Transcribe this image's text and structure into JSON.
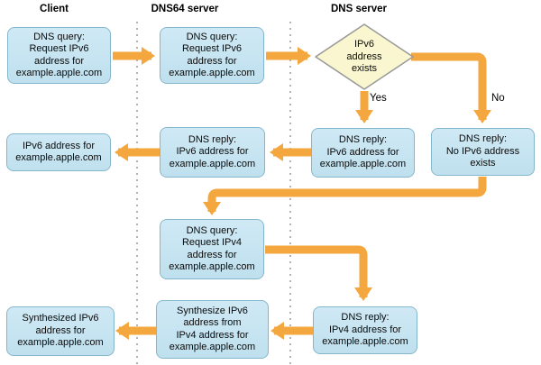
{
  "columns": [
    {
      "label": "Client"
    },
    {
      "label": "DNS64 server"
    },
    {
      "label": "DNS server"
    }
  ],
  "nodes": {
    "client_query_v6": {
      "text": "DNS query:\nRequest IPv6\naddress for\nexample.apple.com"
    },
    "dns64_query_v6": {
      "text": "DNS query:\nRequest IPv6\naddress for\nexample.apple.com"
    },
    "decision_v6_exists": {
      "text": "IPv6\naddress\nexists"
    },
    "client_result_v6": {
      "text": "IPv6 address for\nexample.apple.com"
    },
    "dns64_reply_v6": {
      "text": "DNS reply:\nIPv6 address for\nexample.apple.com"
    },
    "dns_reply_v6": {
      "text": "DNS reply:\nIPv6 address for\nexample.apple.com"
    },
    "dns_reply_no_v6": {
      "text": "DNS reply:\nNo IPv6 address\nexists"
    },
    "dns64_query_v4": {
      "text": "DNS query:\nRequest IPv4\naddress for\nexample.apple.com"
    },
    "dns_reply_v4": {
      "text": "DNS reply:\nIPv4 address for\nexample.apple.com"
    },
    "dns64_synthesize": {
      "text": "Synthesize IPv6\naddress from\nIPv4 address for\nexample.apple.com"
    },
    "client_synthesized_v6": {
      "text": "Synthesized IPv6\naddress for\nexample.apple.com"
    }
  },
  "edge_labels": {
    "yes": "Yes",
    "no": "No"
  },
  "colors": {
    "arrow": "#f3a73e",
    "box_fill": "#c6e4f2",
    "box_border": "#85b7cc",
    "decision_fill": "#faf7d0",
    "decision_border": "#999999",
    "divider": "#b3b3b3",
    "text": "#000000"
  }
}
